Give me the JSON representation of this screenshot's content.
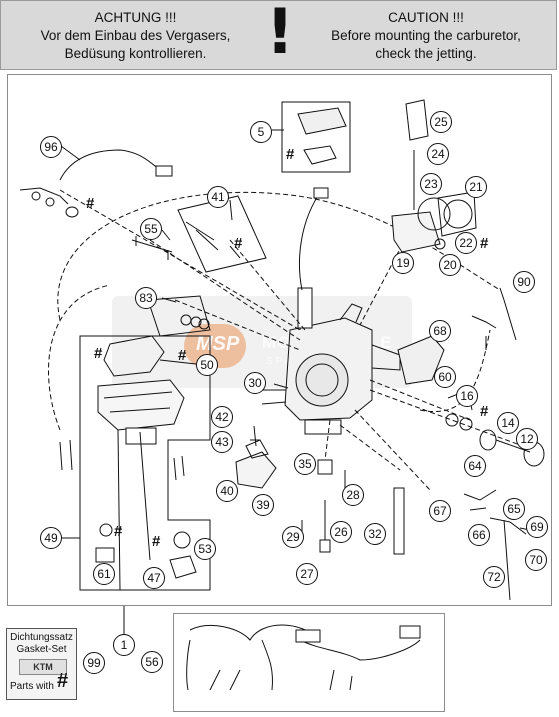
{
  "header": {
    "de_line1": "ACHTUNG !!!",
    "de_line2": "Vor dem Einbau des Vergasers,",
    "de_line3": "Bedüsung kontrollieren.",
    "bang": "!",
    "en_line1": "CAUTION !!!",
    "en_line2": "Before mounting the carburetor,",
    "en_line3": "check the jetting."
  },
  "kit": {
    "line1": "Dichtungssatz",
    "line2": "Gasket-Set",
    "logo": "KTM",
    "footer": "Parts with",
    "hash": "#"
  },
  "callouts": [
    "96",
    "5",
    "25",
    "24",
    "23",
    "21",
    "41",
    "55",
    "22",
    "19",
    "20",
    "90",
    "83",
    "68",
    "50",
    "30",
    "60",
    "16",
    "14",
    "42",
    "12",
    "43",
    "64",
    "35",
    "40",
    "28",
    "39",
    "67",
    "65",
    "69",
    "49",
    "29",
    "26",
    "32",
    "66",
    "70",
    "53",
    "61",
    "47",
    "27",
    "72",
    "1",
    "56",
    "99"
  ],
  "hash_mark": "#",
  "watermark": {
    "text": "MOTORCYCLE",
    "sub": "SPARE PARTS"
  },
  "colors": {
    "header_bg": "#d9d9d9",
    "line": "#111111",
    "frame": "#8c8c8c"
  }
}
